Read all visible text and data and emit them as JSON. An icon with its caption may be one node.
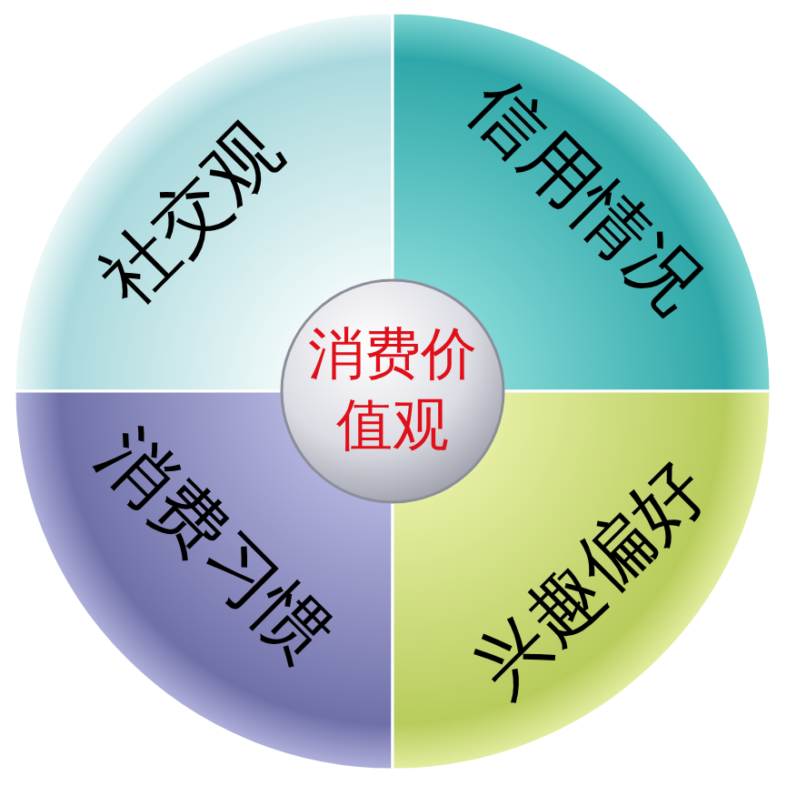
{
  "diagram": {
    "nodes": [
      {
        "text": [
          "社交观"
        ]
      },
      {
        "text": [
          "信用情况"
        ]
      },
      {
        "text": [
          "消费价值观"
        ]
      },
      {
        "text": [
          "消费习惯"
        ]
      },
      {
        "text": [
          "兴趣偏好"
        ]
      }
    ]
  }
}
